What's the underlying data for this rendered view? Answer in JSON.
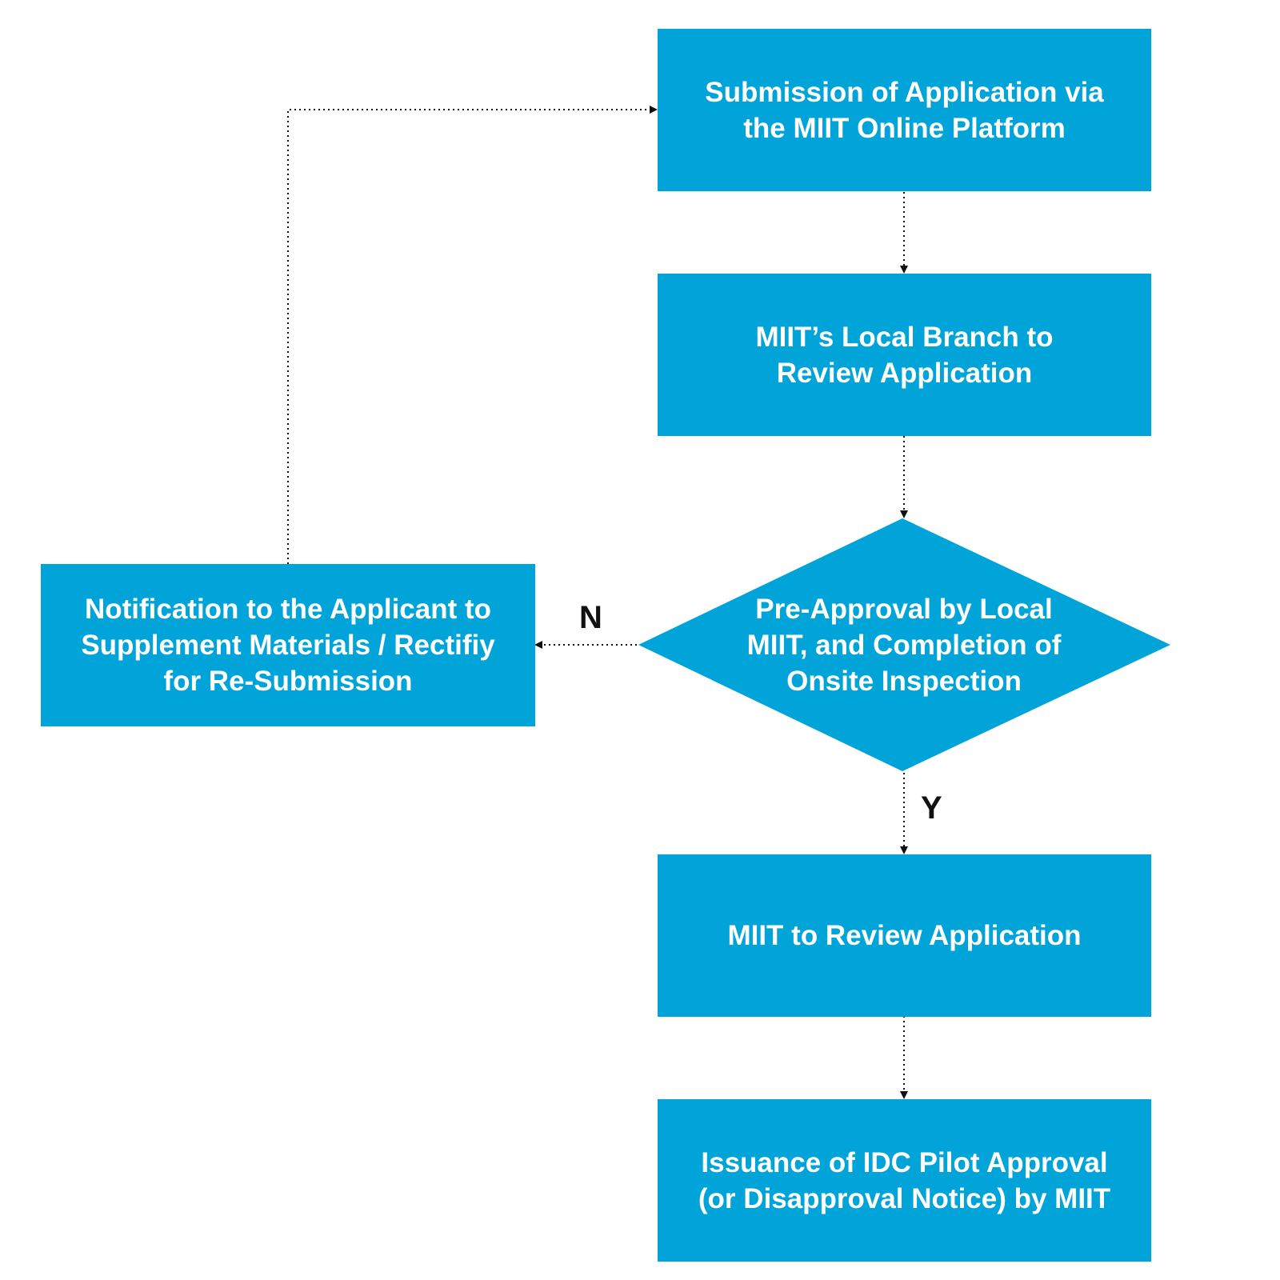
{
  "nodes": {
    "submission": {
      "lines": [
        "Submission of Application via",
        "the MIIT Online Platform"
      ]
    },
    "local_review": {
      "lines": [
        "MIIT’s Local Branch to",
        "Review Application"
      ]
    },
    "pre_approval": {
      "lines": [
        "Pre-Approval by Local",
        "MIIT, and Completion of",
        "Onsite Inspection"
      ]
    },
    "notification": {
      "lines": [
        "Notification to the Applicant to",
        "Supplement Materials / Rectifiy",
        "for Re-Submission"
      ]
    },
    "miit_review": {
      "lines": [
        "MIIT to Review Application"
      ]
    },
    "issuance": {
      "lines": [
        "Issuance of IDC Pilot Approval",
        "(or Disapproval Notice) by MIIT"
      ]
    }
  },
  "edges": {
    "no_label": "N",
    "yes_label": "Y"
  },
  "colors": {
    "node_fill": "#00a4d8",
    "node_text": "#ffffff",
    "connector": "#111111"
  }
}
